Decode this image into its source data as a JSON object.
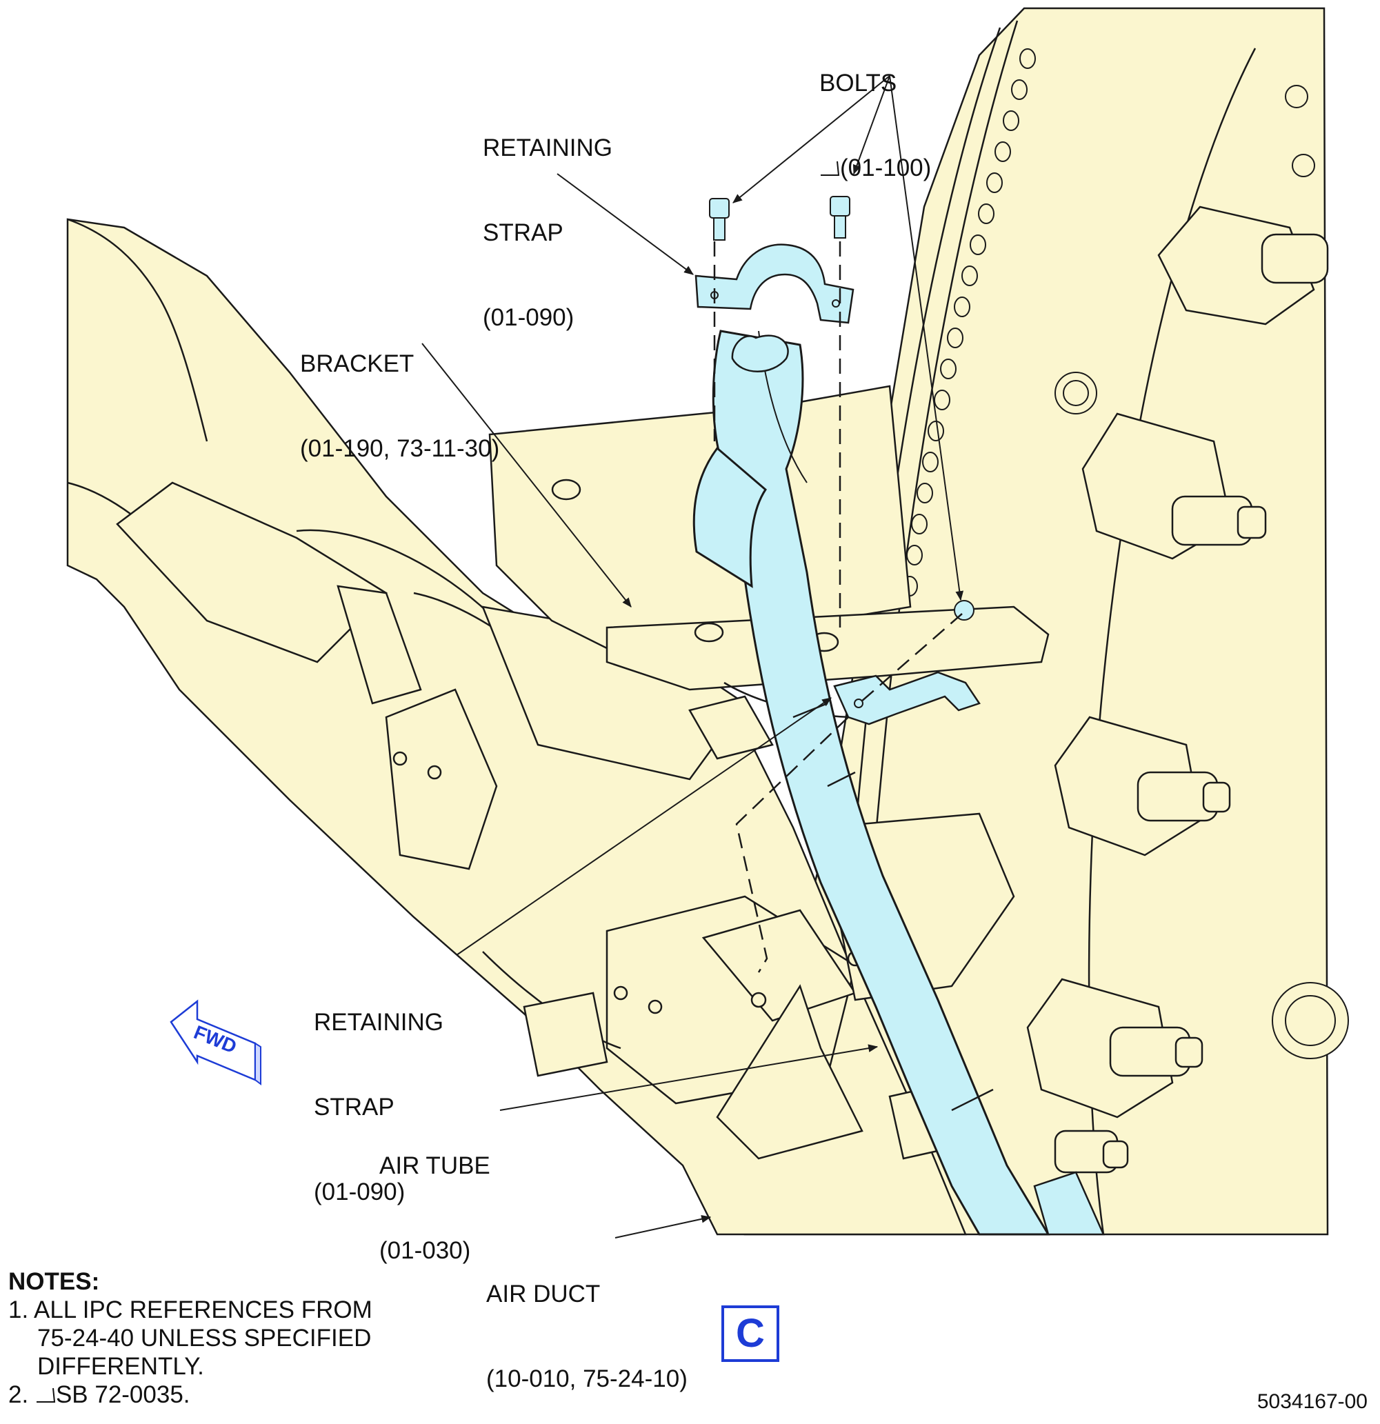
{
  "colors": {
    "engine_fill": "#fbf6cf",
    "tube_fill": "#c7f1f8",
    "line": "#1a1a1a",
    "view_accent": "#1d3cd6"
  },
  "callouts": {
    "bolts": {
      "title": "BOLTS",
      "ref": "(01-100)"
    },
    "retaining_strap_top": {
      "line1": "RETAINING",
      "line2": "STRAP",
      "ref": "(01-090)"
    },
    "bracket": {
      "title": "BRACKET",
      "ref": "(01-190, 73-11-30)"
    },
    "retaining_strap_lower": {
      "line1": "RETAINING",
      "line2": "STRAP",
      "ref": "(01-090)"
    },
    "air_tube": {
      "title": "AIR TUBE",
      "ref": "(01-030)"
    },
    "air_duct": {
      "title": "AIR DUCT",
      "ref": "(10-010, 75-24-10)"
    }
  },
  "direction_indicator": {
    "label": "FWD",
    "icon": "fwd-arrow-icon"
  },
  "notes": {
    "heading": "NOTES:",
    "items": [
      {
        "number": "1.",
        "lines": [
          "ALL IPC REFERENCES FROM",
          "75-24-40 UNLESS SPECIFIED",
          "DIFFERENTLY."
        ]
      },
      {
        "number": "2.",
        "text": "SB 72-0035."
      }
    ]
  },
  "view_label": "C",
  "figure_id": "5034167-00"
}
